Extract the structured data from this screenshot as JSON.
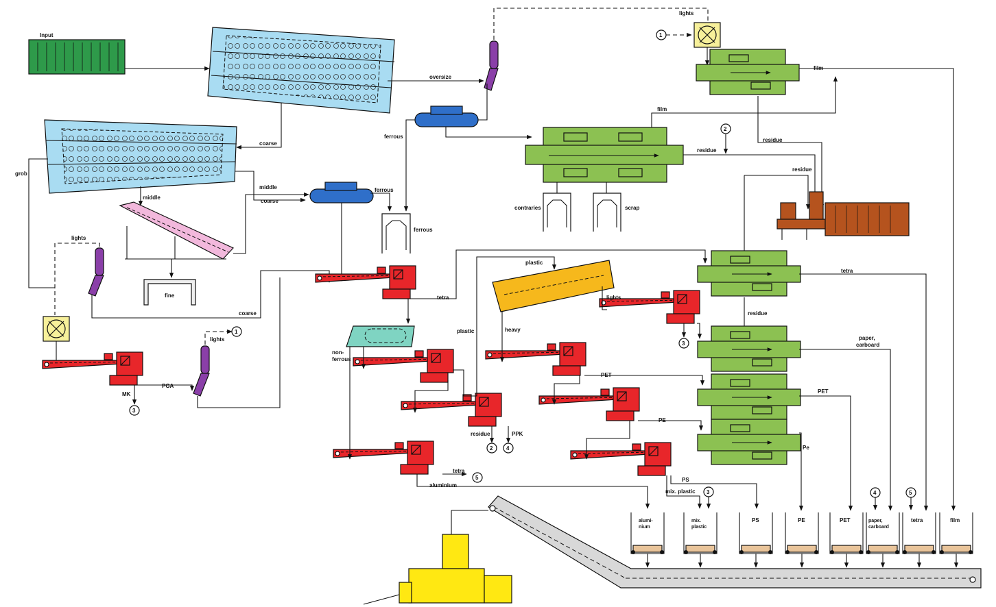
{
  "colors": {
    "input": "#2e9a4a",
    "screen": "#a9dcf2",
    "magnet": "#2f6fc9",
    "conveyor": "#e8262a",
    "optical": "#8cc152",
    "ballistic": "#f6b81c",
    "eddy": "#7fd4c2",
    "elevator": "#f2b8dc",
    "separator": "#8a3fa8",
    "fan": "#f7f09a",
    "baler": "#b5531e",
    "press": "#ffe812",
    "belt": "#d8d8d8",
    "bunker": "#e9c49a"
  },
  "labels": {
    "input": "Input",
    "oversize": "oversize",
    "coarse_1": "coarse",
    "coarse_2": "coarse",
    "coarse_3": "coarse",
    "grob": "grob",
    "middle_1": "middle",
    "middle_2": "middle",
    "ferrous_1": "ferrous",
    "ferrous_2": "ferrous",
    "ferrous_3": "ferrous",
    "fine": "fine",
    "lights_1": "lights",
    "lights_2": "lights",
    "lights_3": "lights",
    "lights_4": "lights",
    "film_1": "film",
    "film_2": "film",
    "residue_1": "residue",
    "residue_2": "residue",
    "residue_3": "residue",
    "residue_4": "residue",
    "residue_5": "residue",
    "contraries": "contraries",
    "scrap": "scrap",
    "tetra_1": "tetra",
    "tetra_2": "tetra",
    "tetra_3": "tetra",
    "plastic_1": "plastic",
    "plastic_2": "plastic",
    "heavy": "heavy",
    "non_ferrous": "non-\nferrous",
    "mk": "MK",
    "pga": "PGA",
    "ppk": "PPK",
    "pet_1": "PET",
    "pet_2": "PET",
    "pe_1": "PE",
    "pe_2": "Pe",
    "ps": "PS",
    "paper_carboard": "paper,\ncarboard",
    "aluminium": "aluminium",
    "mix_plastic": "mix. plastic"
  },
  "markers": [
    "1",
    "1",
    "2",
    "2",
    "3",
    "3",
    "3",
    "4",
    "4",
    "5",
    "5"
  ],
  "bunkers": [
    "alumi-\nnium",
    "mix.\nplastic",
    "PS",
    "PE",
    "PET",
    "paper,\ncarboard",
    "tetra",
    "film"
  ]
}
